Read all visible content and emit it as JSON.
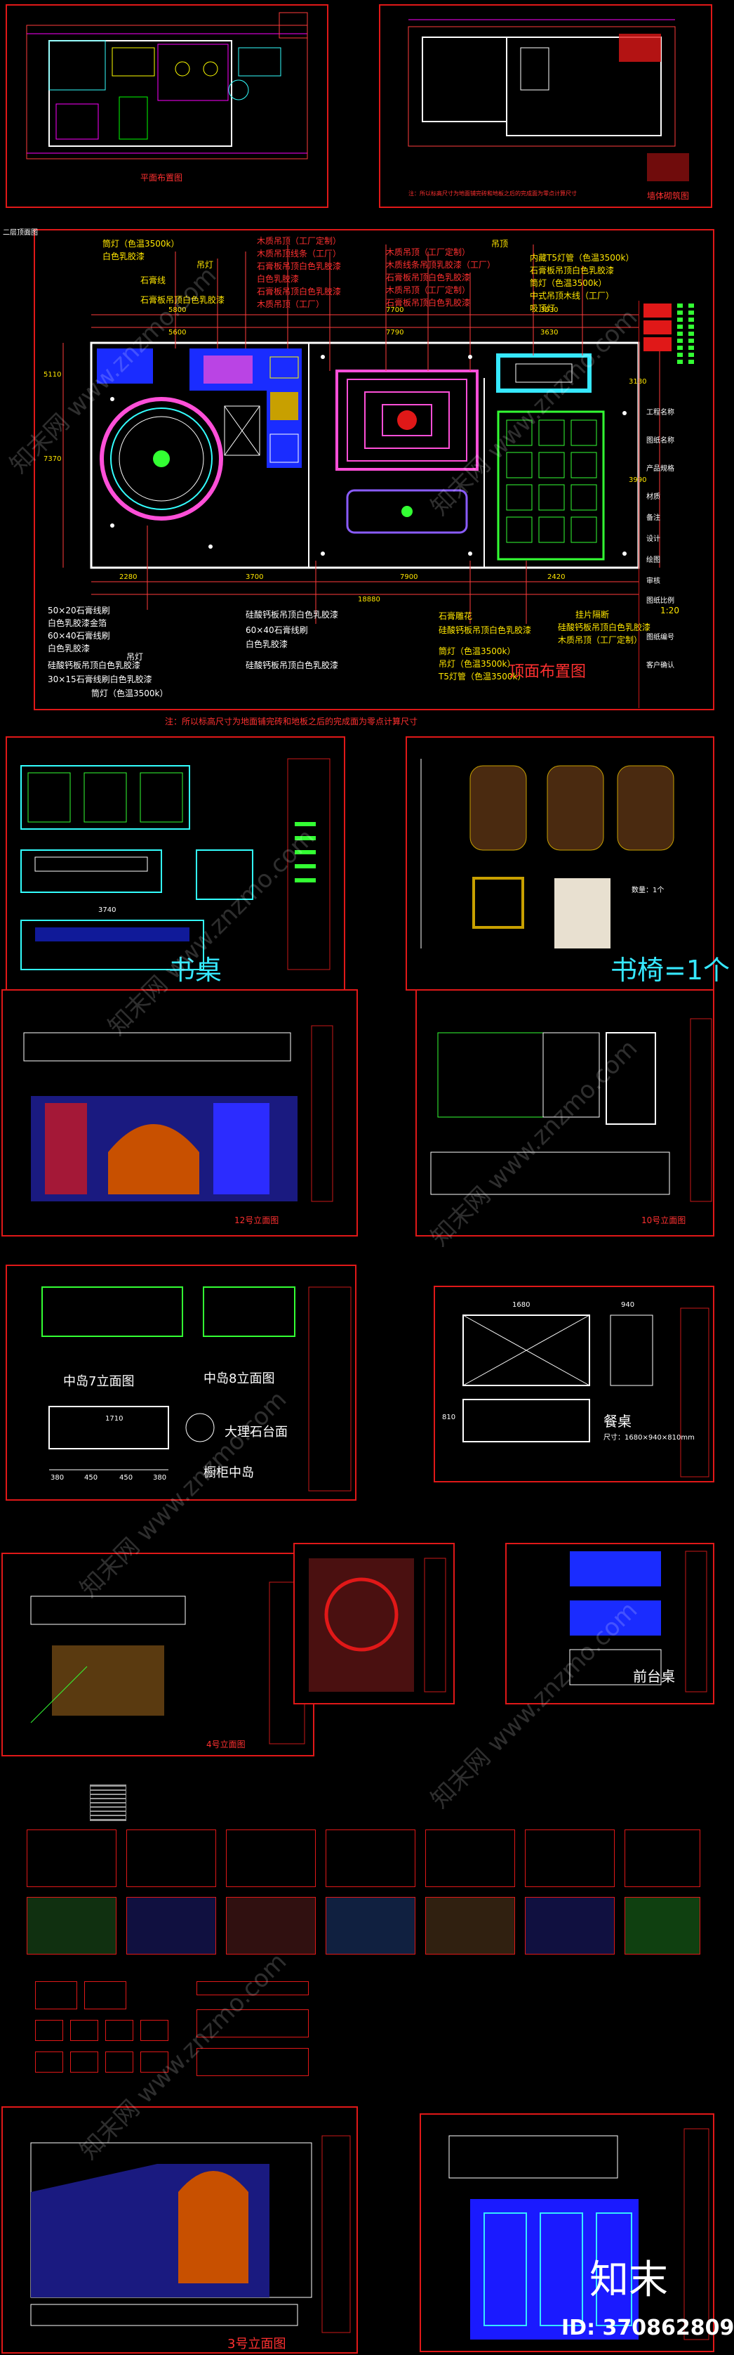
{
  "plan_sheets": {
    "floor_plan_title": "平面布置图",
    "wall_plan_title": "墙体砌筑图",
    "wall_note": "注：所以标高尺寸为地面铺完砖和地板之后的完成面为零点计算尺寸"
  },
  "ceiling_sheet": {
    "corner_label": "二层顶面图",
    "title": "顶面布置图",
    "note": "注：所以标高尺寸为地面铺完砖和地板之后的完成面为零点计算尺寸",
    "top_annotations": [
      "筒灯（色温3500k）",
      "白色乳胶漆",
      "石膏线",
      "石膏板吊顶白色乳胶漆",
      "吊灯",
      "木质吊顶（工厂定制）",
      "木质吊顶线条（工厂）",
      "石膏板吊顶白色乳胶漆",
      "白色乳胶漆",
      "石膏板吊顶白色乳胶漆",
      "木质吊顶（工厂）",
      "木质线条吊顶乳胶漆（工厂）",
      "石膏板吊顶白色乳胶漆",
      "木质吊顶（工厂定制）",
      "石膏板吊顶白色乳胶漆",
      "木质吊顶（工厂定制）",
      "吊顶",
      "内藏T5灯管（色温3500k）",
      "石膏板吊顶白色乳胶漆",
      "筒灯（色温3500k）",
      "中式吊顶木线（工厂）",
      "吸顶灯"
    ],
    "bottom_left_annotations": [
      "50×20石膏线刷",
      "白色乳胶漆金箔",
      "60×40石膏线刷",
      "白色乳胶漆",
      "吊灯",
      "硅酸钙板吊顶白色乳胶漆",
      "30×15石膏线刷白色乳胶漆",
      "筒灯（色温3500k）"
    ],
    "bottom_mid_annotations": [
      "硅酸钙板吊顶白色乳胶漆",
      "60×40石膏线刷",
      "白色乳胶漆",
      "硅酸钙板吊顶白色乳胶漆"
    ],
    "bottom_right_annotations": [
      "石膏雕花",
      "硅酸钙板吊顶白色乳胶漆",
      "筒灯（色温3500k）",
      "吊灯（色温3500k）",
      "T5灯管（色温3500k）",
      "木质吊顶（工厂定制）",
      "硅酸钙板吊顶白色乳胶漆",
      "挂片隔断"
    ],
    "dims_top": [
      "5800",
      "7700",
      "3630"
    ],
    "dims_top2": [
      "5600",
      "7790",
      "3630"
    ],
    "dims_bottom": [
      "2280",
      "3700",
      "7900",
      "2420"
    ],
    "dims_total": "18880",
    "dims_left": [
      "5110",
      "7370"
    ],
    "dims_right": [
      "3180",
      "3990"
    ]
  },
  "title_block": {
    "rows": [
      "工程名称",
      "图纸名称",
      "产品规格",
      "材质",
      "备注",
      "设计",
      "绘图",
      "审核",
      "图纸比例",
      "1:20",
      "图纸编号",
      "客户确认"
    ]
  },
  "furniture": {
    "desk_title": "书桌",
    "chair_title": "书椅=1个",
    "elev12_title": "12号立面图",
    "elev10_title": "10号立面图",
    "island7": "中岛7立面图",
    "island8": "中岛8立面图",
    "marble": "大理石台面",
    "side_island": "橱柜中岛",
    "island_dims": [
      "1710",
      "380",
      "450",
      "450",
      "380"
    ],
    "dining_title": "餐桌",
    "dining_size": "尺寸：1680×940×810mm",
    "dining_dims": [
      "1680",
      "940",
      "810"
    ],
    "elev4_title": "4号立面图",
    "front_desk": "前台桌",
    "elev3_title": "3号立面图",
    "desk_dim": "3740",
    "chair_note": "数量：1个"
  },
  "watermark": "知末网 www.znzmo.com",
  "badge": {
    "logo": "知末",
    "id": "ID: 370862809"
  },
  "colors": {
    "border": "#e01818",
    "annotation": "#ffe600",
    "cyan": "#36e8ff",
    "blue": "#1a2cff"
  }
}
